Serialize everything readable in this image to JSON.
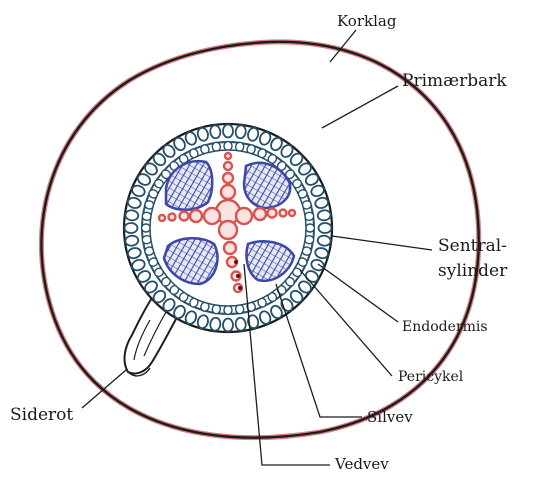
{
  "labels": {
    "korklag": "Korklag",
    "primaerbark": "Primærbark",
    "sentral_line1": "Sentral-",
    "sentral_line2": "sylinder",
    "endodermis": "Endodermis",
    "pericykel": "Pericykel",
    "silvev": "Silvev",
    "vedvev": "Vedvev",
    "siderot": "Siderot"
  },
  "colors": {
    "outline": "#1c1c1c",
    "cork_tint": "#c4545a",
    "xylem": "#d9534f",
    "phloem": "#3d47a8",
    "endodermis_cells": "#24506a",
    "background": "#ffffff"
  }
}
